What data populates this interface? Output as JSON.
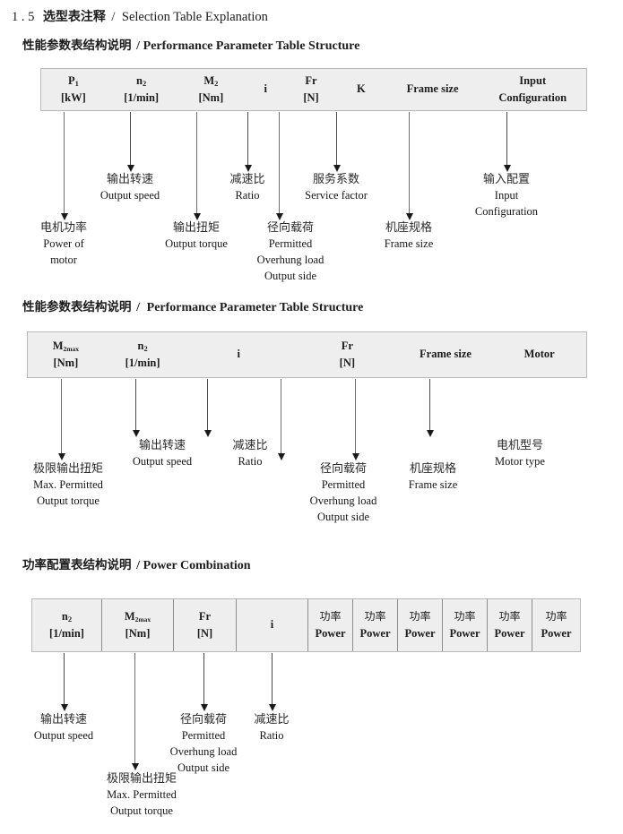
{
  "document": {
    "section_number": "1 . 5",
    "title_cn": "选型表注释",
    "separator": "/",
    "title_en": "Selection Table Explanation"
  },
  "sections": [
    {
      "heading_cn": "性能参数表结构说明",
      "heading_sep": "/",
      "heading_en": "Performance Parameter Table Structure",
      "table": {
        "bordered": false,
        "columns": [
          {
            "symbol": "P",
            "sub": "1",
            "unit": "[kW]"
          },
          {
            "symbol": "n",
            "sub": "2",
            "unit": "[1/min]"
          },
          {
            "symbol": "M",
            "sub": "2",
            "unit": "[Nm]"
          },
          {
            "symbol": "i",
            "sub": "",
            "unit": ""
          },
          {
            "symbol": "Fr",
            "sub": "",
            "unit": "[N]"
          },
          {
            "symbol": "K",
            "sub": "",
            "unit": ""
          },
          {
            "symbol": "Frame size",
            "sub": "",
            "unit": ""
          },
          {
            "symbol": "Input",
            "sub": "",
            "unit": "Configuration"
          }
        ]
      },
      "annotations": [
        {
          "cn": "电机功率",
          "en": [
            "Power of",
            "motor"
          ]
        },
        {
          "cn": "输出转速",
          "en": [
            "Output speed"
          ]
        },
        {
          "cn": "输出扭矩",
          "en": [
            "Output torque"
          ]
        },
        {
          "cn": "减速比",
          "en": [
            "Ratio"
          ]
        },
        {
          "cn": "径向载荷",
          "en": [
            "Permitted",
            "Overhung load",
            "Output side"
          ]
        },
        {
          "cn": "服务系数",
          "en": [
            "Service factor"
          ]
        },
        {
          "cn": "机座规格",
          "en": [
            "Frame size"
          ]
        },
        {
          "cn": "输入配置",
          "en": [
            "Input",
            "Configuration"
          ]
        }
      ]
    },
    {
      "heading_cn": "性能参数表结构说明",
      "heading_sep": "/",
      "heading_en": "Performance Parameter Table Structure",
      "table": {
        "bordered": false,
        "columns": [
          {
            "symbol": "M",
            "sub": "2max",
            "unit": "[Nm]"
          },
          {
            "symbol": "n",
            "sub": "2",
            "unit": "[1/min]"
          },
          {
            "symbol": "i",
            "sub": "",
            "unit": ""
          },
          {
            "symbol": "Fr",
            "sub": "",
            "unit": "[N]"
          },
          {
            "symbol": "Frame size",
            "sub": "",
            "unit": ""
          },
          {
            "symbol": "Motor",
            "sub": "",
            "unit": ""
          }
        ]
      },
      "annotations": [
        {
          "cn": "极限输出扭矩",
          "en": [
            "Max. Permitted",
            "Output  torque"
          ]
        },
        {
          "cn": "输出转速",
          "en": [
            "Output speed"
          ]
        },
        {
          "cn": "减速比",
          "en": [
            "Ratio"
          ]
        },
        {
          "cn": "径向载荷",
          "en": [
            "Permitted",
            "Overhung load",
            "Output side"
          ]
        },
        {
          "cn": "机座规格",
          "en": [
            "Frame size"
          ]
        },
        {
          "cn": "电机型号",
          "en": [
            "Motor type"
          ]
        }
      ]
    },
    {
      "heading_cn": "功率配置表结构说明",
      "heading_sep": "/",
      "heading_en": "Power Combination",
      "table": {
        "bordered": true,
        "columns": [
          {
            "symbol": "n",
            "sub": "2",
            "unit": "[1/min]"
          },
          {
            "symbol": "M",
            "sub": "2max",
            "unit": "[Nm]"
          },
          {
            "symbol": "Fr",
            "sub": "",
            "unit": "[N]"
          },
          {
            "symbol": "i",
            "sub": "",
            "unit": ""
          },
          {
            "symbol_cn": "功率",
            "unit": "Power"
          },
          {
            "symbol_cn": "功率",
            "unit": "Power"
          },
          {
            "symbol_cn": "功率",
            "unit": "Power"
          },
          {
            "symbol_cn": "功率",
            "unit": "Power"
          },
          {
            "symbol_cn": "功率",
            "unit": "Power"
          },
          {
            "symbol_cn": "功率",
            "unit": "Power"
          }
        ]
      },
      "annotations": [
        {
          "cn": "输出转速",
          "en": [
            "Output speed"
          ]
        },
        {
          "cn": "极限输出扭矩",
          "en": [
            "Max. Permitted",
            "Output  torque"
          ]
        },
        {
          "cn": "径向载荷",
          "en": [
            "Permitted",
            "Overhung load",
            "Output side"
          ]
        },
        {
          "cn": "减速比",
          "en": [
            "Ratio"
          ]
        }
      ]
    }
  ],
  "colors": {
    "table_bg": "#eeeeee",
    "table_border": "#b9b9b9",
    "cell_divider": "#8e8e8e",
    "arrow": "#1a1a1a",
    "text": "#1c1c1c"
  }
}
